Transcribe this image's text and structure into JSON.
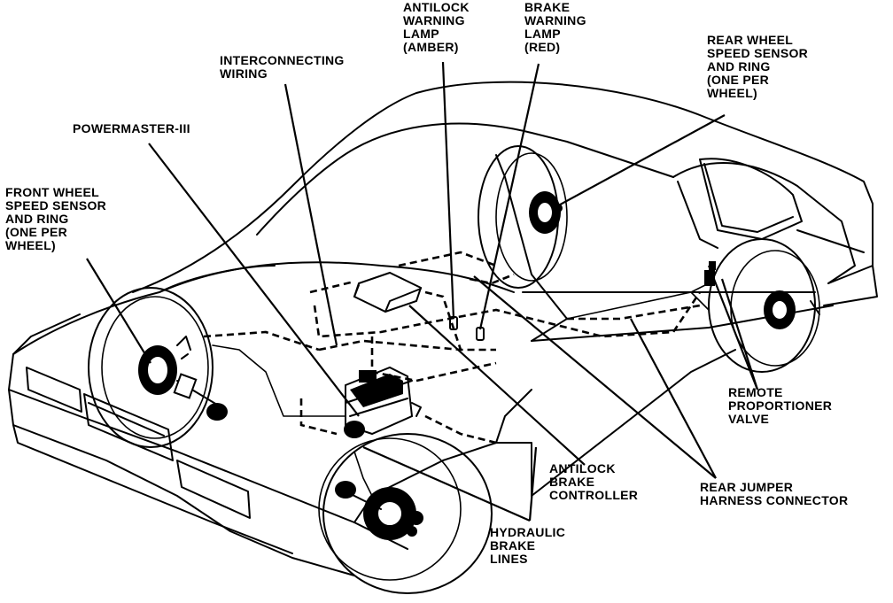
{
  "labels": {
    "interconnecting_wiring": [
      "INTERCONNECTING",
      "WIRING"
    ],
    "powermaster": [
      "POWERMASTER-III"
    ],
    "front_wheel_sensor": [
      "FRONT WHEEL",
      "SPEED SENSOR",
      "AND RING",
      "(ONE PER",
      "WHEEL)"
    ],
    "antilock_lamp": [
      "ANTILOCK",
      "WARNING",
      "LAMP",
      "(AMBER)"
    ],
    "brake_lamp": [
      "BRAKE",
      "WARNING",
      "LAMP",
      "(RED)"
    ],
    "rear_wheel_sensor": [
      "REAR WHEEL",
      "SPEED SENSOR",
      "AND RING",
      "(ONE PER",
      "WHEEL)"
    ],
    "remote_proportioner": [
      "REMOTE",
      "PROPORTIONER",
      "VALVE"
    ],
    "rear_jumper": [
      "REAR JUMPER",
      "HARNESS CONNECTOR"
    ],
    "antilock_controller": [
      "ANTILOCK",
      "BRAKE",
      "CONTROLLER"
    ],
    "hydraulic_lines": [
      "HYDRAULIC",
      "BRAKE",
      "LINES"
    ]
  }
}
